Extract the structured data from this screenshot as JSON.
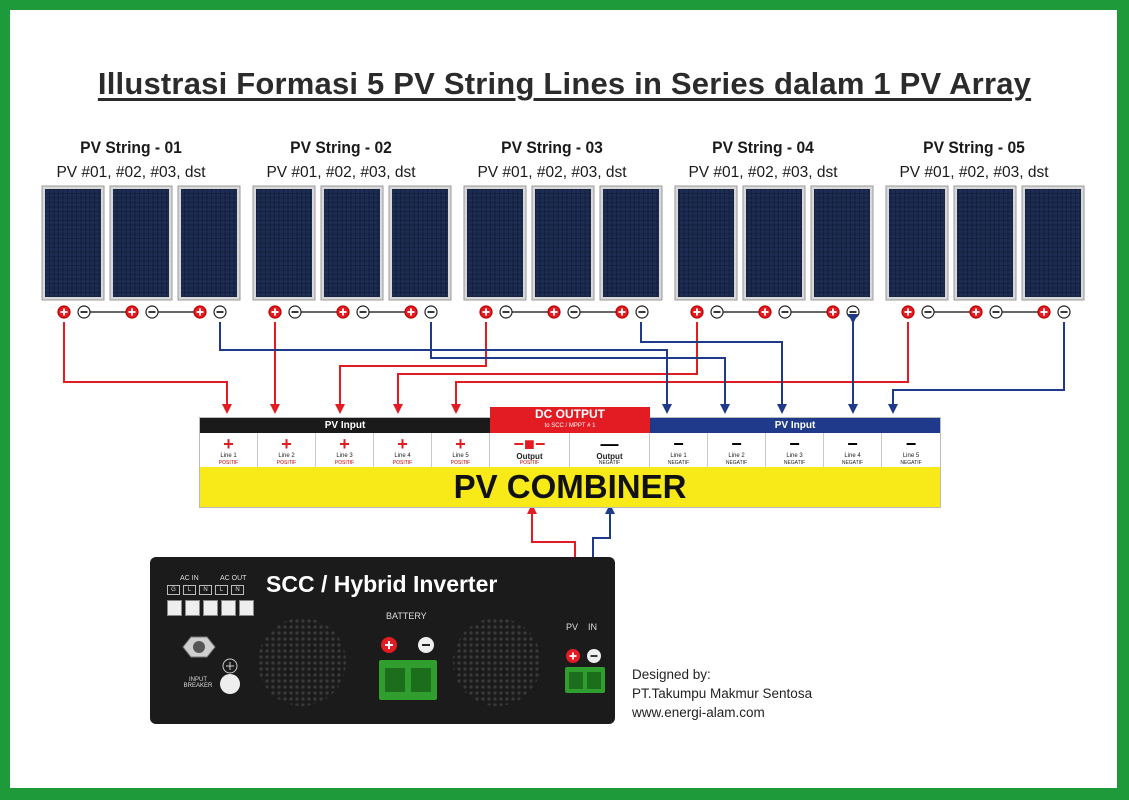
{
  "title": "Illustrasi Formasi 5 PV String Lines in Series dalam 1 PV Array",
  "strings": [
    {
      "title": "PV String - 01",
      "subtitle": "PV #01, #02, #03, dst"
    },
    {
      "title": "PV String - 02",
      "subtitle": "PV #01, #02, #03, dst"
    },
    {
      "title": "PV String - 03",
      "subtitle": "PV #01, #02, #03, dst"
    },
    {
      "title": "PV String - 04",
      "subtitle": "PV #01, #02, #03, dst"
    },
    {
      "title": "PV String - 05",
      "subtitle": "PV #01, #02, #03, dst"
    }
  ],
  "combiner": {
    "label": "PV COMBINER",
    "pv_input_label": "PV Input",
    "dc_output_label": "DC OUTPUT",
    "dc_output_sub": "to SCC / MPPT # 1",
    "pos_slots": [
      {
        "line": "Line 1",
        "sub": "POSITIF"
      },
      {
        "line": "Line 2",
        "sub": "POSITIF"
      },
      {
        "line": "Line 3",
        "sub": "POSITIF"
      },
      {
        "line": "Line 4",
        "sub": "POSITIF"
      },
      {
        "line": "Line 5",
        "sub": "POSITIF"
      }
    ],
    "output_pos": {
      "line": "Output",
      "sub": "POSITIF"
    },
    "output_neg": {
      "line": "Output",
      "sub": "NEGATIF"
    },
    "neg_slots": [
      {
        "line": "Line 1",
        "sub": "NEGATIF"
      },
      {
        "line": "Line 2",
        "sub": "NEGATIF"
      },
      {
        "line": "Line 3",
        "sub": "NEGATIF"
      },
      {
        "line": "Line 4",
        "sub": "NEGATIF"
      },
      {
        "line": "Line 5",
        "sub": "NEGATIF"
      }
    ]
  },
  "inverter": {
    "title": "SCC / Hybrid Inverter",
    "ac_in": "AC IN",
    "ac_out": "AC OUT",
    "ac_terminals": [
      "G",
      "L",
      "N",
      "L",
      "N"
    ],
    "battery": "BATTERY",
    "pv": "PV",
    "in": "IN",
    "breaker": "INPUT BREAKER"
  },
  "credits": {
    "line1": "Designed by:",
    "line2": "PT.Takumpu Makmur Sentosa",
    "line3": "www.energi-alam.com"
  },
  "colors": {
    "border": "#1f9a3a",
    "positive": "#e31b23",
    "negative": "#1f3a8a",
    "combiner": "#f7ea18",
    "panel": "#14213d"
  }
}
